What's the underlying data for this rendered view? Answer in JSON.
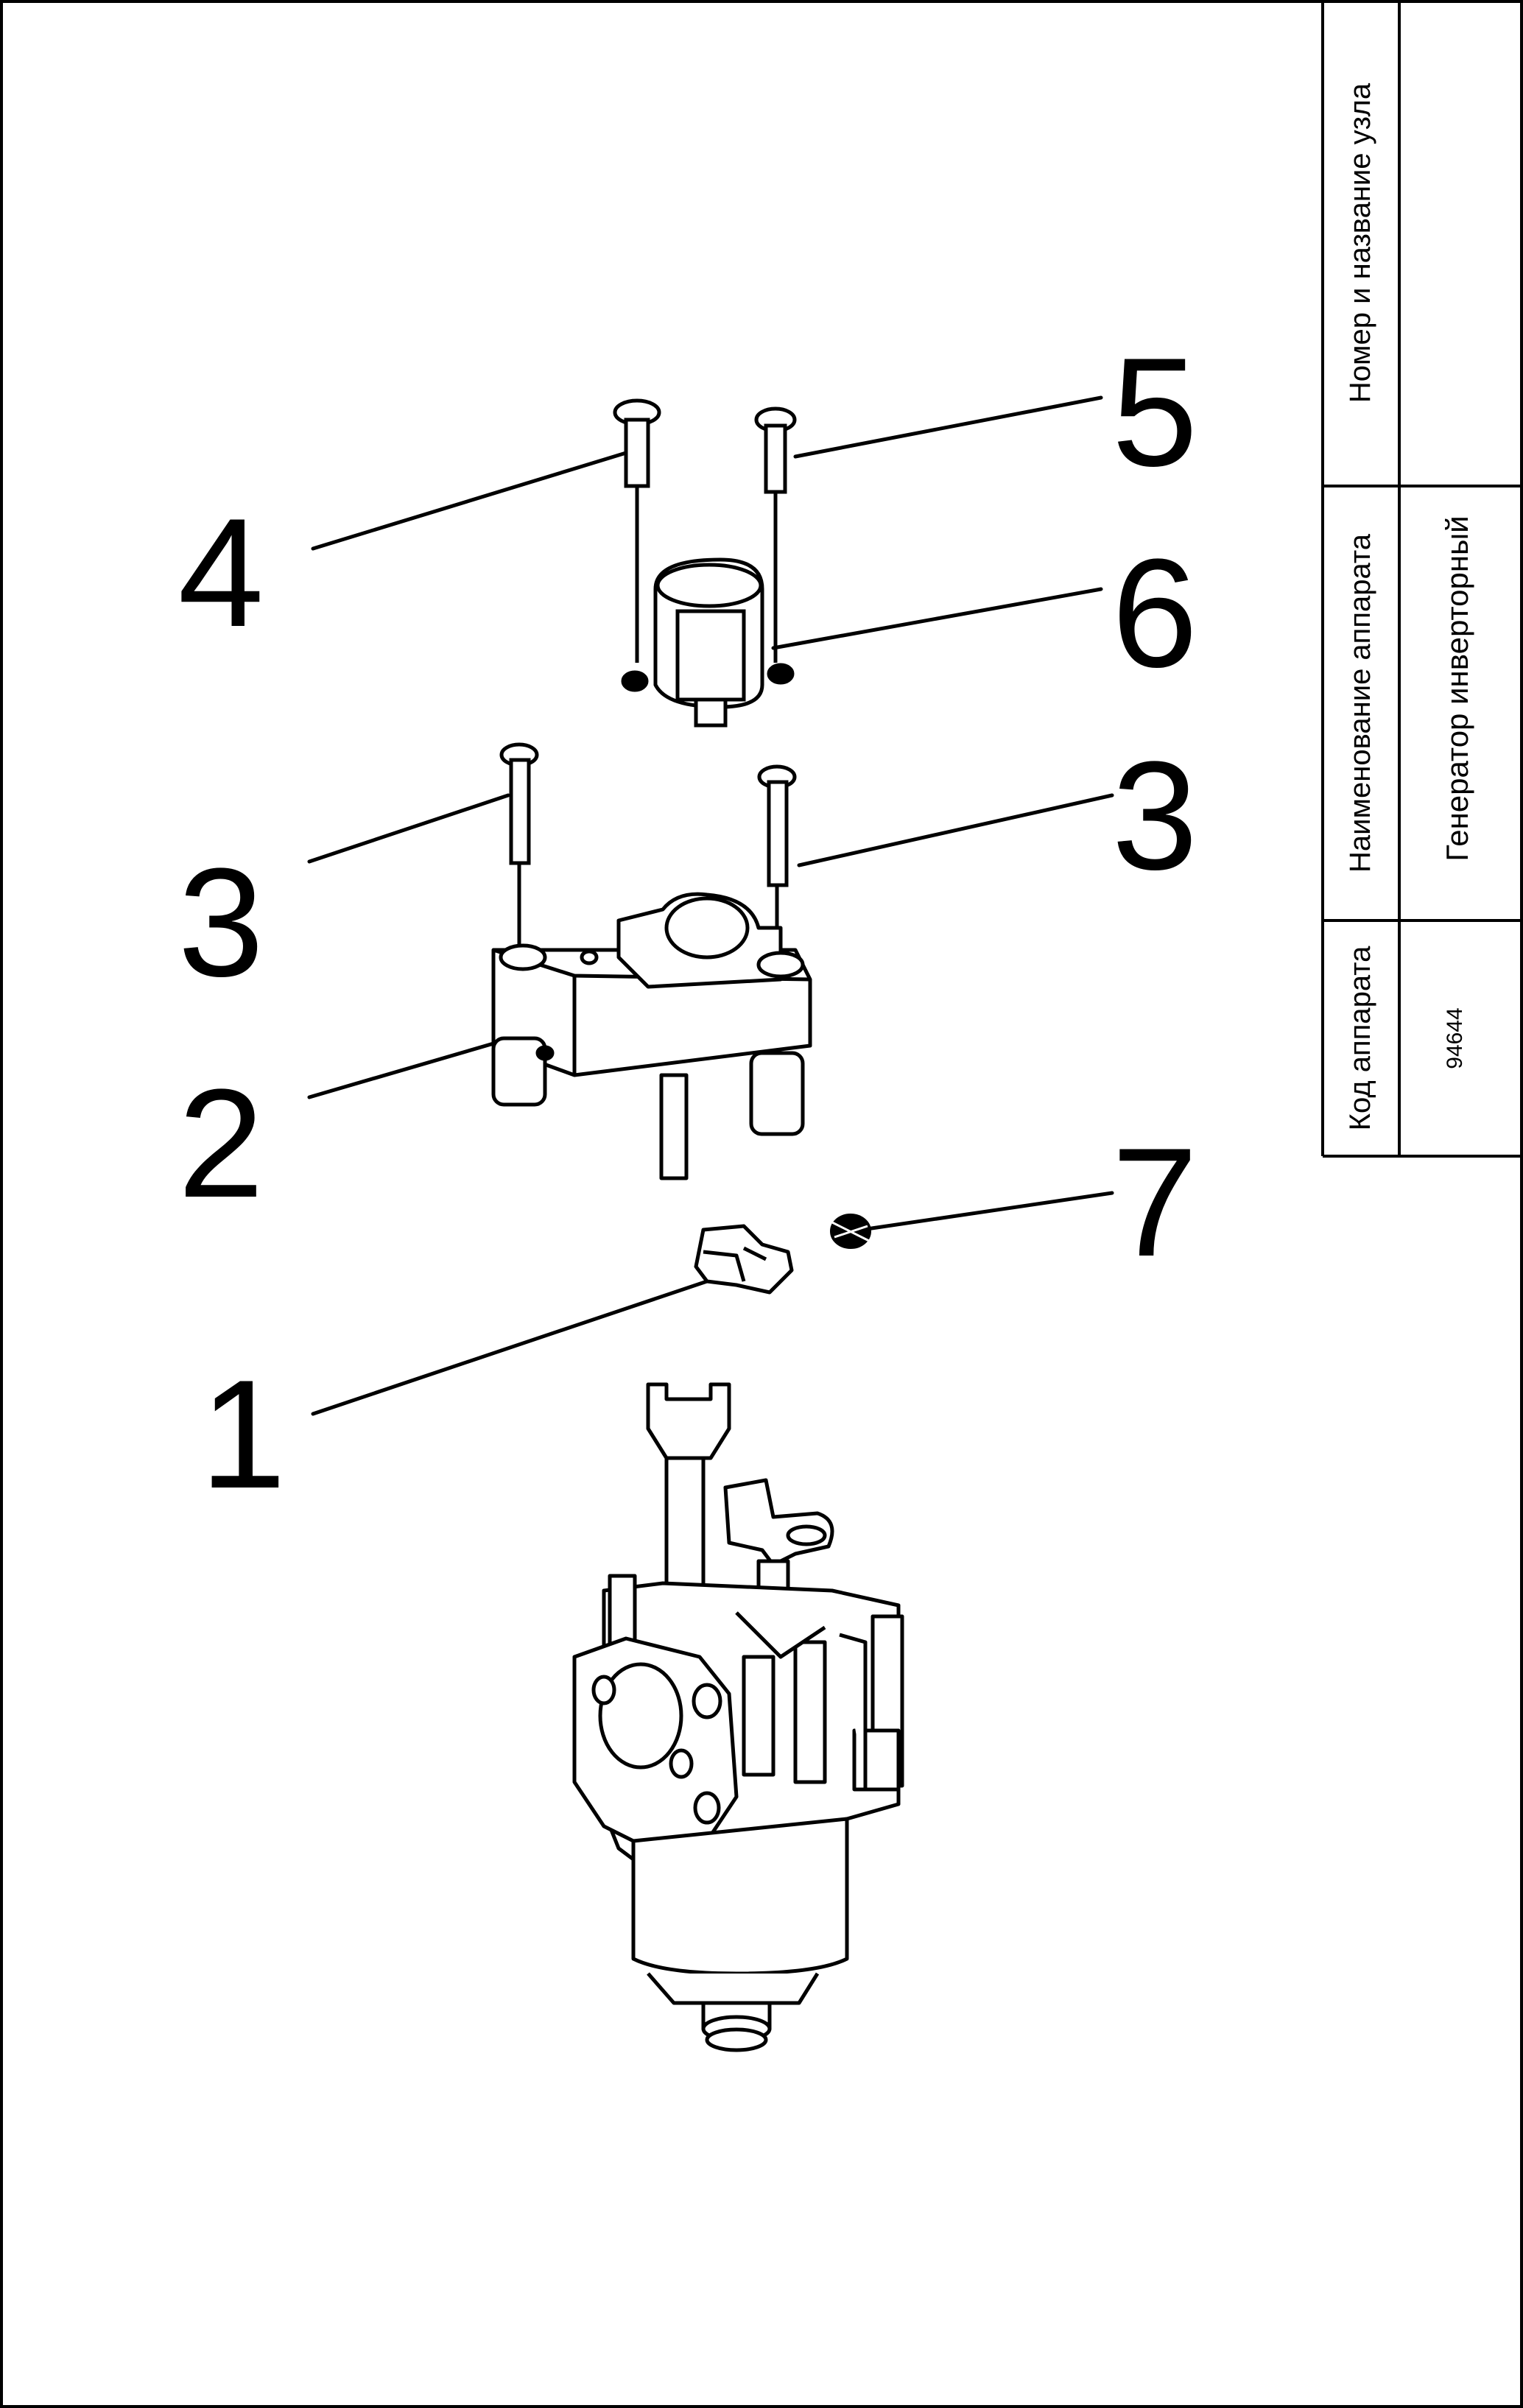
{
  "title_block": {
    "node_header": "Номер и название узла",
    "node_value": "",
    "device_name_header": "Наименование аппарата",
    "device_name_value": "Генератор инверторный",
    "device_code_header": "Код аппарата",
    "device_code_value": "94644"
  },
  "callouts": [
    "1",
    "2",
    "3",
    "3",
    "4",
    "5",
    "6",
    "7"
  ],
  "colors": {
    "ink": "#000000",
    "paper": "#ffffff"
  }
}
